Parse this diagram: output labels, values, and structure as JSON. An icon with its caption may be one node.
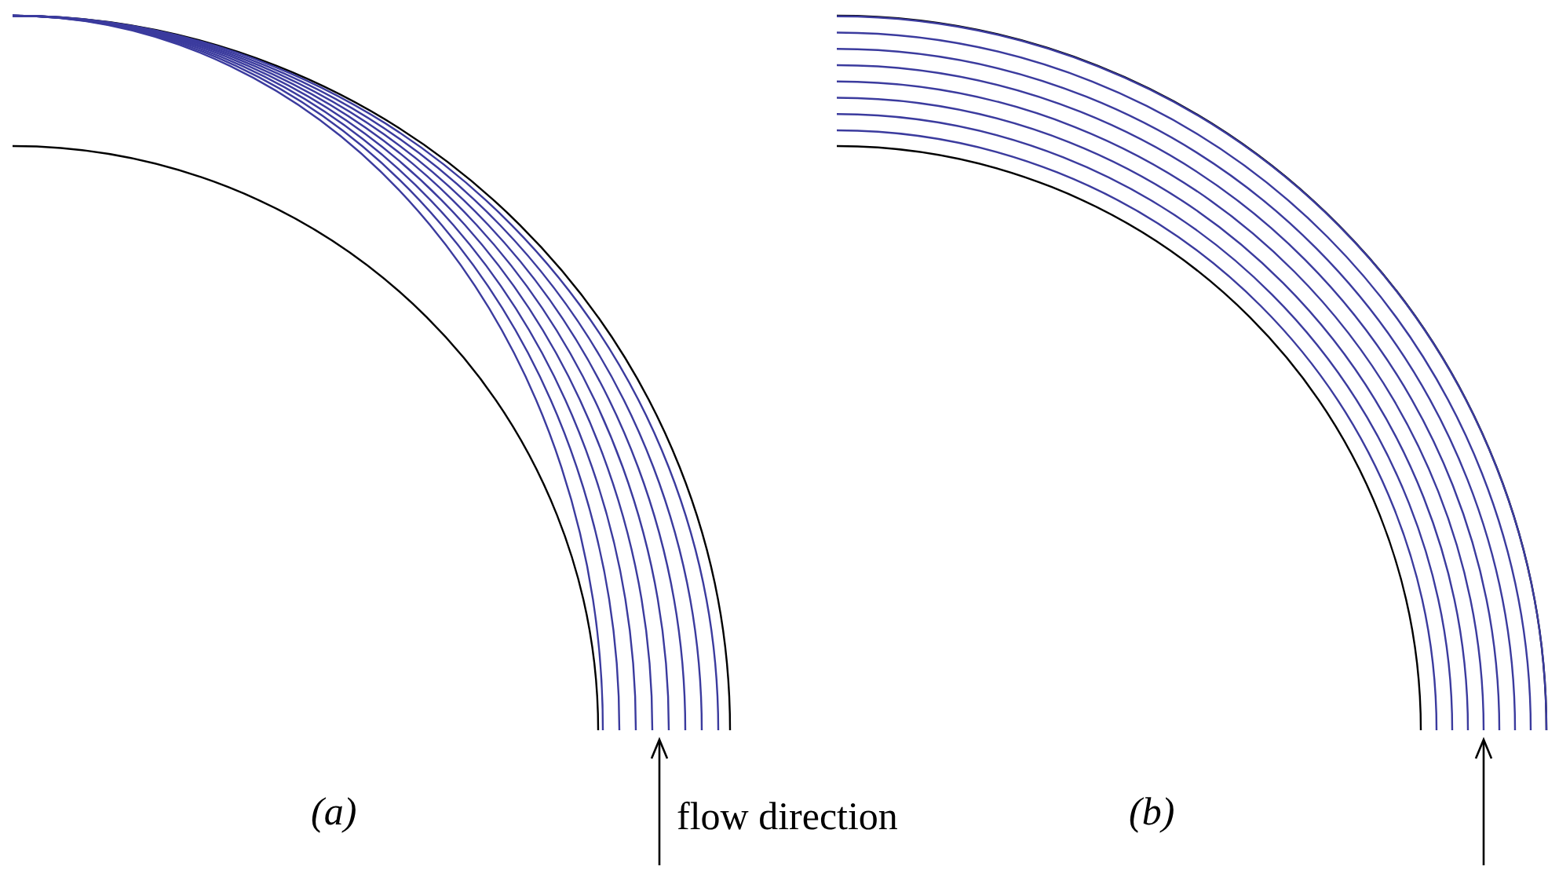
{
  "diagram": {
    "labels": [
      "(a)",
      "flow direction",
      "(b)"
    ]
  }
}
